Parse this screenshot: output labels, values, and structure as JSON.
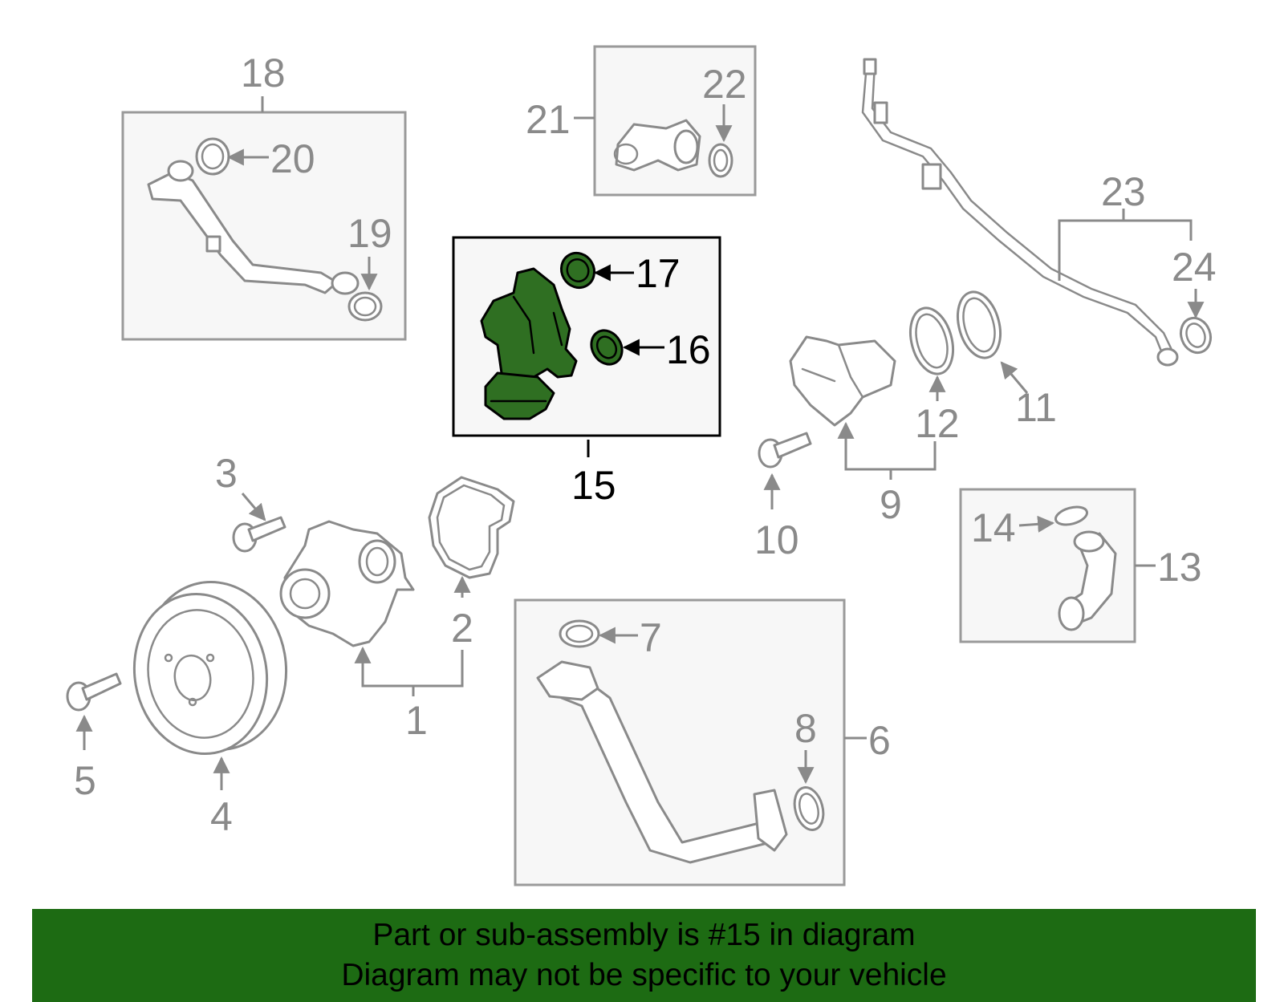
{
  "callouts": {
    "c1": "1",
    "c2": "2",
    "c3": "3",
    "c4": "4",
    "c5": "5",
    "c6": "6",
    "c7": "7",
    "c8": "8",
    "c9": "9",
    "c10": "10",
    "c11": "11",
    "c12": "12",
    "c13": "13",
    "c14": "14",
    "c15": "15",
    "c16": "16",
    "c17": "17",
    "c18": "18",
    "c19": "19",
    "c20": "20",
    "c21": "21",
    "c22": "22",
    "c23": "23",
    "c24": "24"
  },
  "highlighted_part": "15",
  "colors": {
    "highlight_fill": "#2f6f22",
    "banner": "#1d6b13",
    "callout_gray": "#8a8a8a"
  },
  "banner": {
    "line1": "Part or sub-assembly is #15 in diagram",
    "line2": "Diagram may not be specific to your vehicle"
  }
}
